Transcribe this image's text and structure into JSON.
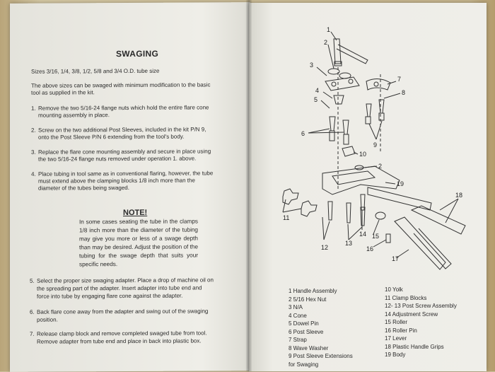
{
  "left_page": {
    "title": "SWAGING",
    "sizes": "Sizes 3/16, 1/4, 3/8, 1/2, 5/8 and 3/4 O.D. tube size",
    "intro_1": "The above sizes can be swaged with minimum modification to the basic",
    "intro_2": "tool as supplied in the kit.",
    "steps": [
      {
        "num": "1.",
        "lines": [
          "Remove the two 5/16-24 flange nuts which hold the entire flare cone",
          "mounting assembly in place."
        ]
      },
      {
        "num": "2.",
        "lines": [
          "Screw on the two additional Post Sleeves, included in the kit P/N 9,",
          "onto the Post Sleeve P/N 6 extending from the tool's body."
        ]
      },
      {
        "num": "3.",
        "lines": [
          "Replace the flare cone mounting assembly and secure in place using",
          "the two 5/16-24 flange nuts removed under operation 1. above."
        ]
      },
      {
        "num": "4.",
        "lines": [
          "Place tubing in tool same as in conventional flaring, however, the tube",
          "must extend above the clamping blocks 1/8 inch more than the",
          "diameter of the tubes being swaged."
        ]
      }
    ],
    "note_title": "NOTE!",
    "note_text": "In some cases seating the tube in the clamps 1/8 inch more than the diameter of the tubing may give you more or less of a swage depth than may be desired. Adjust the position of the tubing for the swage depth that suits your specific needs.",
    "steps_b": [
      {
        "num": "5.",
        "lines": [
          "Select the proper size swaging adapter. Place a drop of machine oil on",
          "the spreading part of the adapter. Insert adapter into tube end and",
          "force into tube by engaging flare cone against the adapter."
        ]
      },
      {
        "num": "6.",
        "lines": [
          "Back flare cone away from the adapter and swing out of the swaging",
          "position."
        ]
      },
      {
        "num": "7.",
        "lines": [
          "Release clamp block and remove completed swaged tube from tool.",
          "Remove adapter from tube end and place in back into plastic box."
        ]
      }
    ]
  },
  "diagram_labels": [
    "1",
    "2",
    "3",
    "4",
    "5",
    "6",
    "7",
    "8",
    "9",
    "10",
    "2",
    "19",
    "18",
    "11",
    "12",
    "13",
    "14",
    "15",
    "16",
    "17"
  ],
  "parts_legend_col1": [
    "1  Handle Assembly",
    "2  5/16 Hex Nut",
    "3  N/A",
    "4  Cone",
    "5  Dowel Pin",
    "6  Post Sleeve",
    "7  Strap",
    "8  Wave Washer",
    "9  Post Sleeve Extensions",
    "    for Swaging"
  ],
  "parts_legend_col2": [
    "10  Yolk",
    "11  Clamp Blocks",
    "12- 13  Post Screw Assembly",
    "14  Adjustment Screw",
    "15  Roller",
    "16  Roller Pin",
    "17  Lever",
    "18  Plastic Handle Grips",
    "19  Body"
  ]
}
